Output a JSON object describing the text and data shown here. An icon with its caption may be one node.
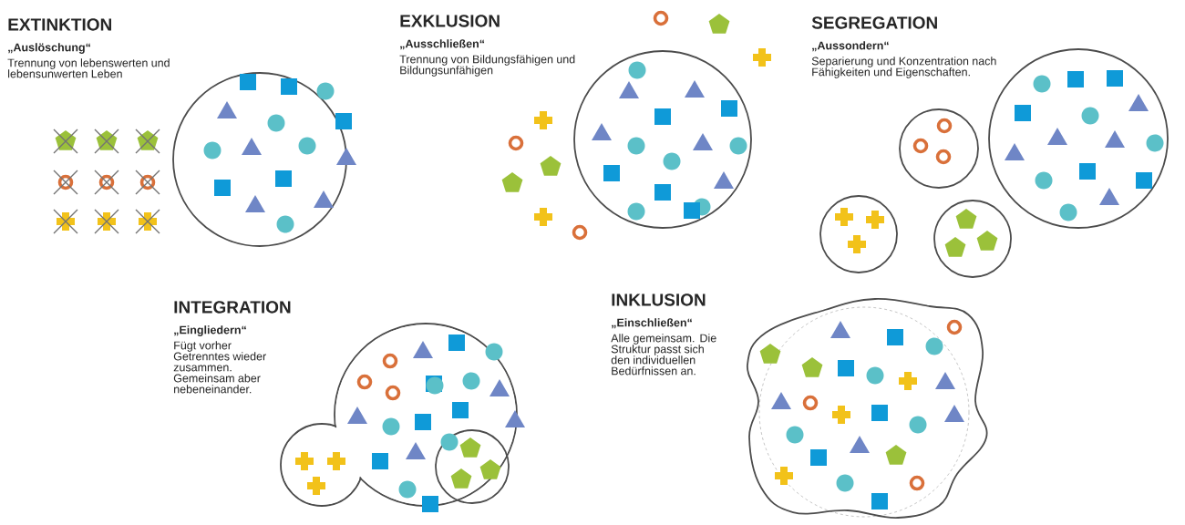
{
  "diagram": {
    "labels": [
      "EXTINKTION",
      "„Auslöschung“",
      "Trennung von lebenswerten und lebensunwerten Leben",
      "EXKLUSION",
      "„Ausschließen“",
      "Trennung von Bildungsfähigen und Bildungsunfähigen",
      "SEGREGATION",
      "„Aussondern“",
      "Separierung und Konzentration nach Fähigkeiten und Eigenschaften.",
      "INTEGRATION",
      "„Eingliedern“",
      "Fügt vorher Getrenntes wieder zusammen. Gemeinsam aber nebeneinander.",
      "INKLUSION",
      "„Einschließen“",
      "Alle gemeinsam. Die Struktur passt sich den individuellen Bedürfnissen an."
    ]
  }
}
